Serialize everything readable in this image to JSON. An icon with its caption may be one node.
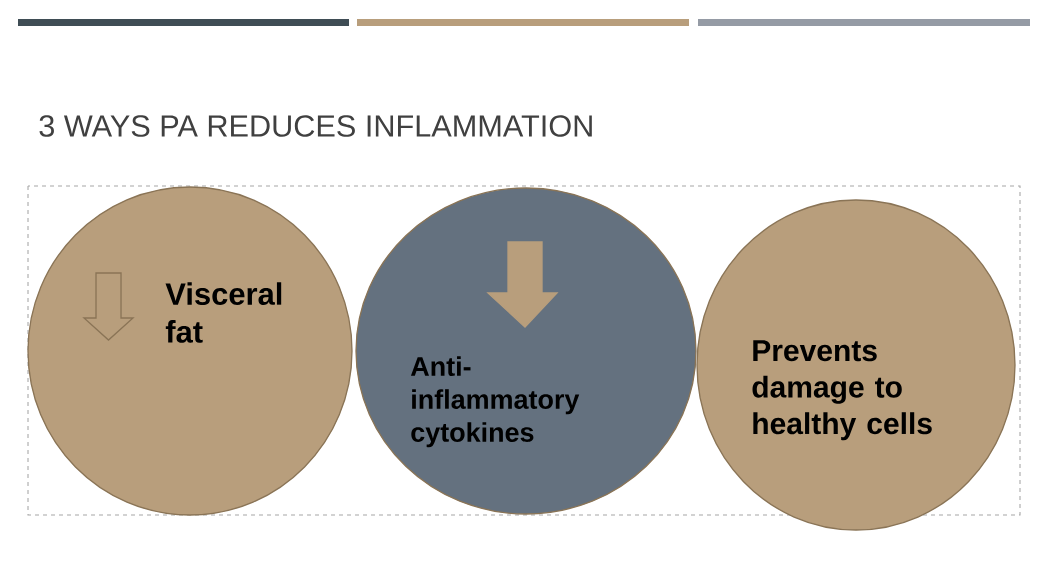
{
  "diagram": {
    "title": "3 WAYS PA REDUCES INFLAMMATION",
    "nodes": [
      {
        "text": [
          "Visceral fat"
        ]
      },
      {
        "text": [
          "Anti-inflammatory cytokines"
        ]
      },
      {
        "text": [
          "Prevents damage to healthy cells"
        ]
      }
    ]
  }
}
